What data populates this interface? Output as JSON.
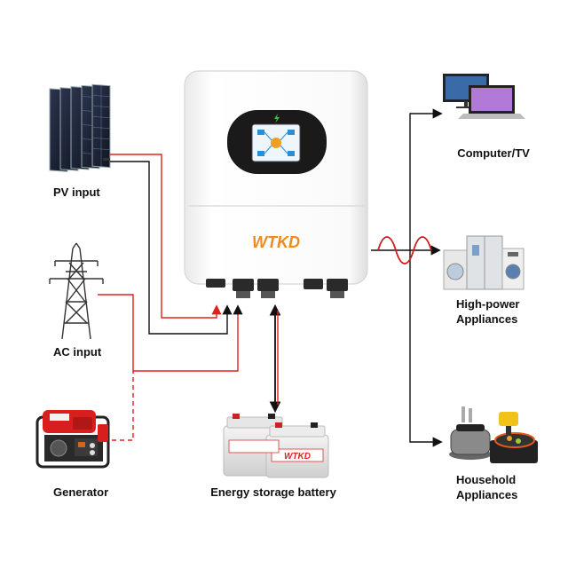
{
  "labels": {
    "pv_input": "PV input",
    "ac_input": "AC input",
    "generator": "Generator",
    "battery": "Energy storage battery",
    "computer_tv": "Computer/TV",
    "high_power_line1": "High-power",
    "high_power_line2": "Appliances",
    "household_line1": "Household",
    "household_line2": "Appliances"
  },
  "brand": {
    "inverter_logo": "WTKD",
    "battery_logo": "WTKD"
  },
  "colors": {
    "positive_wire": "#e0201c",
    "negative_wire": "#111111",
    "inverter_body": "#f7f7f7",
    "screen_bezel": "#1a1a1a",
    "logo_orange": "#f08a1c",
    "wave": "#d11a1a"
  },
  "icons": [
    "solar-panel-icon",
    "transmission-tower-icon",
    "generator-icon",
    "inverter-icon",
    "battery-icon",
    "computer-tv-icon",
    "appliances-icon",
    "household-appliances-icon"
  ]
}
